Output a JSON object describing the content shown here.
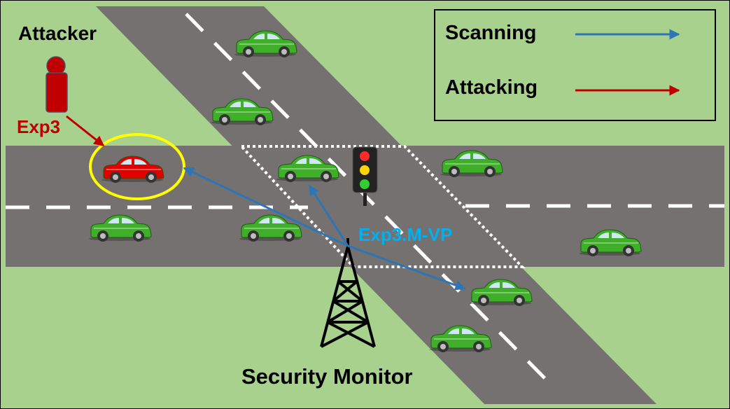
{
  "labels": {
    "attacker": "Attacker",
    "attacker_policy": "Exp3",
    "monitor_policy": "Exp3.M-VP",
    "monitor": "Security Monitor"
  },
  "legend": {
    "scanning": "Scanning",
    "attacking": "Attacking"
  },
  "colors": {
    "grass": "#a9d18e",
    "road": "#757171",
    "lane_marking": "#ffffff",
    "scan_arrow": "#2e75b6",
    "attack_arrow": "#c00000",
    "monitor_label_text": "#00b0f0",
    "attacker_label_text": "#c00000",
    "target_highlight": "#ffff00",
    "normal_vehicle": "#3fae29",
    "target_vehicle": "#e00000"
  },
  "icons": {
    "attacker": "person-icon",
    "monitor": "radio-tower-icon",
    "signal": "traffic-light-icon",
    "vehicle": "car-icon"
  }
}
